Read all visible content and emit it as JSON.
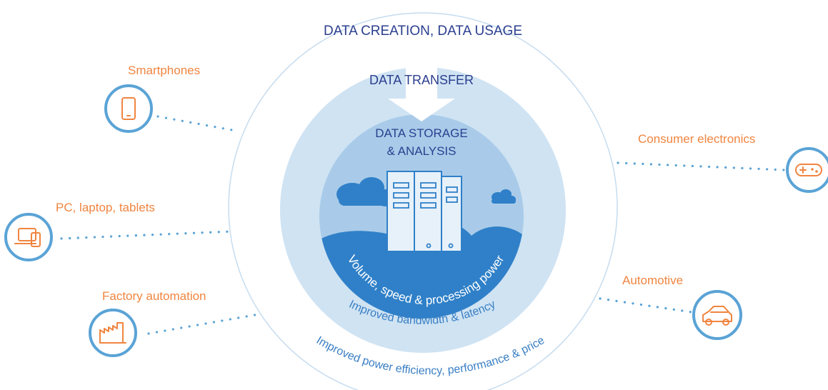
{
  "layers": {
    "outer_title": "DATA CREATION, DATA USAGE",
    "transfer_title": "DATA TRANSFER",
    "storage_title_line1": "DATA STORAGE",
    "storage_title_line2": "& ANALYSIS",
    "inner_arc_text": "Volume, speed & processing power",
    "middle_arc_text": "Improved bandwidth & latency",
    "outer_arc_text": "Improved power efficiency, performance & price"
  },
  "devices": {
    "smartphones": {
      "label": "Smartphones",
      "icon": "smartphone-icon"
    },
    "pc": {
      "label": "PC, laptop, tablets",
      "icon": "laptop-tablet-icon"
    },
    "factory": {
      "label": "Factory automation",
      "icon": "factory-icon"
    },
    "consumer": {
      "label": "Consumer electronics",
      "icon": "gamepad-icon"
    },
    "automotive": {
      "label": "Automotive",
      "icon": "car-icon"
    }
  },
  "colors": {
    "outer_ring": "#ffffff",
    "middle_disc": "#cfe3f3",
    "inner_disc": "#a9cbe9",
    "core_band": "#2f80c8",
    "title_dark": "#2b3f8f",
    "device_orange": "#f08540",
    "connector_blue": "#5aa3d6"
  }
}
